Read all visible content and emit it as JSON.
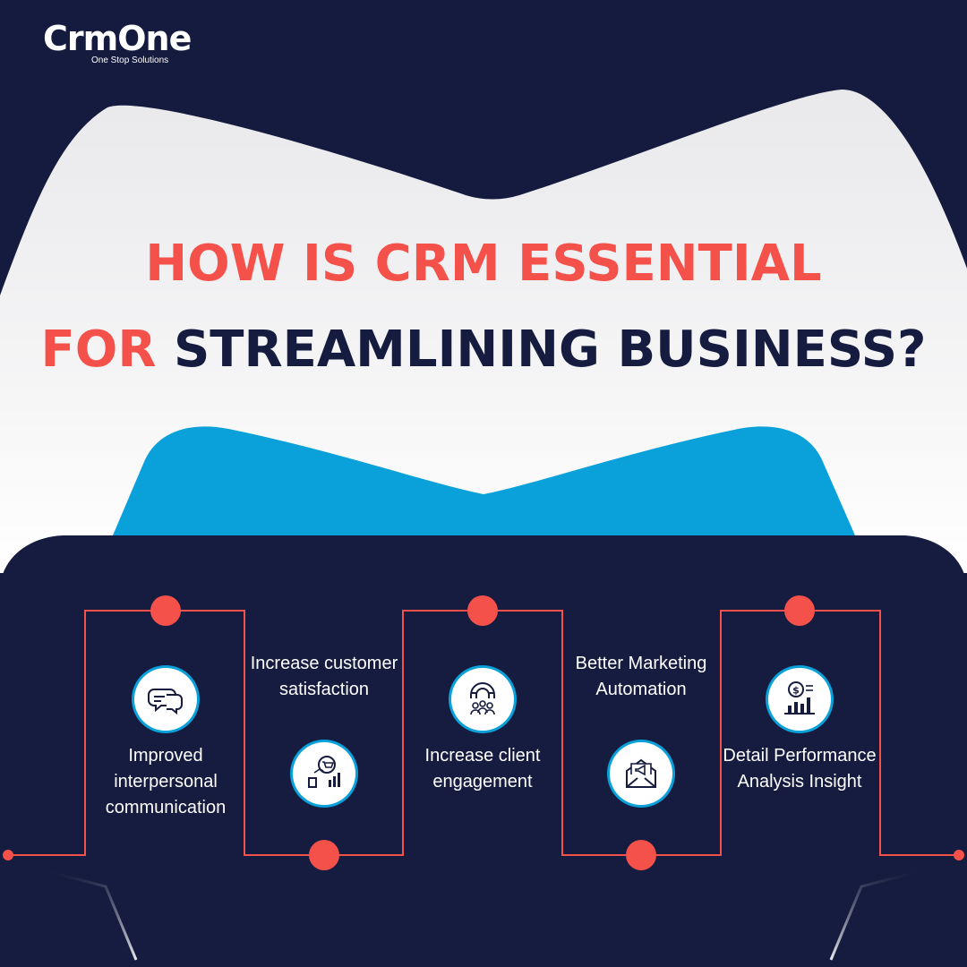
{
  "brand": {
    "logo_text": "CrmOne",
    "tagline": "One Stop Solutions"
  },
  "headline": {
    "line1": "HOW IS CRM ESSENTIAL",
    "line2_accent": "FOR",
    "line2_rest": "STREAMLINING BUSINESS?"
  },
  "steps": [
    {
      "label": "Improved interpersonal communication",
      "icon": "chat-bubbles-icon"
    },
    {
      "label": "Increase customer satisfaction",
      "icon": "shopping-growth-icon"
    },
    {
      "label": "Increase client engagement",
      "icon": "magnet-people-icon"
    },
    {
      "label": "Better Marketing Automation",
      "icon": "megaphone-envelope-icon"
    },
    {
      "label": "Detail Performance Analysis Insight",
      "icon": "dollar-chart-icon"
    }
  ],
  "colors": {
    "navy": "#141b3e",
    "accent_red": "#f4514a",
    "accent_blue": "#0aa0d9",
    "light_panel": "#f0f0f2"
  }
}
